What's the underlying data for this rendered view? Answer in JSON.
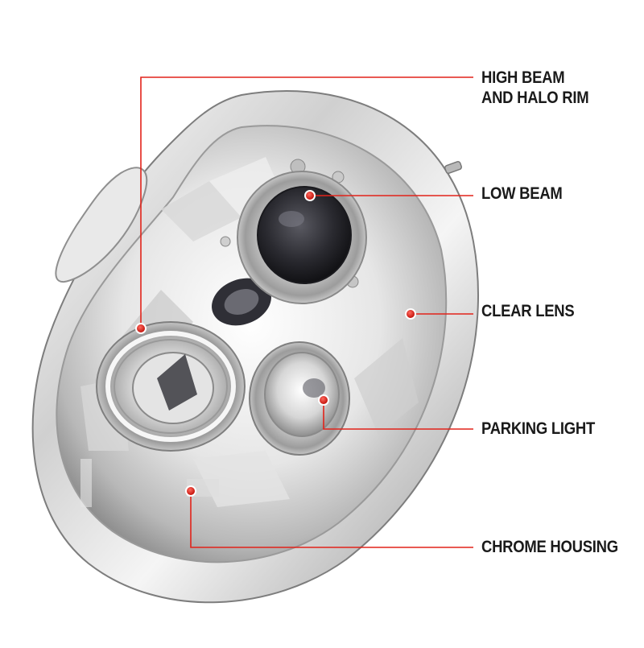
{
  "colors": {
    "leader_line": "#e2231a",
    "marker": "#e2231a",
    "marker_ring": "#ffffff",
    "label_text": "#1a1a1a",
    "chrome_light": "#f4f4f4",
    "chrome_mid": "#c9c9c9",
    "chrome_dark": "#8a8a8a",
    "projector_dark": "#2a2a30"
  },
  "callouts": [
    {
      "id": "high-beam",
      "lines": [
        "HIGH BEAM",
        "AND HALO RIM"
      ]
    },
    {
      "id": "low-beam",
      "lines": [
        "LOW BEAM"
      ]
    },
    {
      "id": "clear-lens",
      "lines": [
        "CLEAR LENS"
      ]
    },
    {
      "id": "parking-light",
      "lines": [
        "PARKING LIGHT"
      ]
    },
    {
      "id": "chrome-housing",
      "lines": [
        "CHROME HOUSING"
      ]
    }
  ]
}
